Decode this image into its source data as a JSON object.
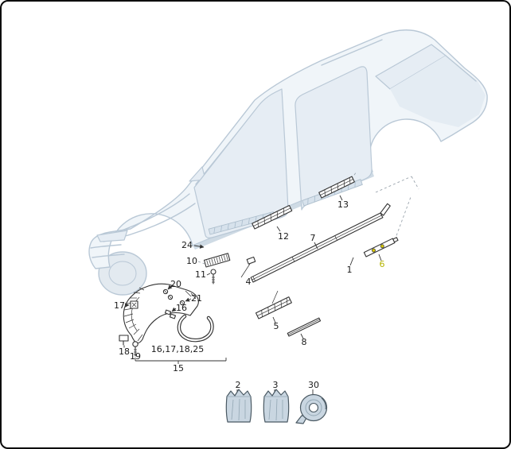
{
  "diagram": {
    "type": "exploded-parts-diagram",
    "subject": "car-side-sill-and-wheel-arch-trim"
  },
  "colors": {
    "highlight": "#b4b400",
    "part_line": "#333333",
    "car_line": "#b9c8d6",
    "label_text": "#1a1a1a"
  },
  "icons": {
    "bag": "parts-bag-icon",
    "tape": "tape-roll-icon"
  },
  "labels": [
    {
      "id": "24",
      "text": "24"
    },
    {
      "id": "10",
      "text": "10"
    },
    {
      "id": "11",
      "text": "11"
    },
    {
      "id": "4",
      "text": "4"
    },
    {
      "id": "12",
      "text": "12"
    },
    {
      "id": "7",
      "text": "7"
    },
    {
      "id": "1",
      "text": "1"
    },
    {
      "id": "13",
      "text": "13"
    },
    {
      "id": "6",
      "text": "6"
    },
    {
      "id": "5",
      "text": "5"
    },
    {
      "id": "8",
      "text": "8"
    },
    {
      "id": "20",
      "text": "20"
    },
    {
      "id": "21",
      "text": "21"
    },
    {
      "id": "16",
      "text": "16"
    },
    {
      "id": "17",
      "text": "17"
    },
    {
      "id": "18",
      "text": "18"
    },
    {
      "id": "19",
      "text": "19"
    },
    {
      "id": "group",
      "text": "16,17,18,25"
    },
    {
      "id": "15",
      "text": "15"
    },
    {
      "id": "2",
      "text": "2"
    },
    {
      "id": "3",
      "text": "3"
    },
    {
      "id": "30",
      "text": "30"
    }
  ]
}
